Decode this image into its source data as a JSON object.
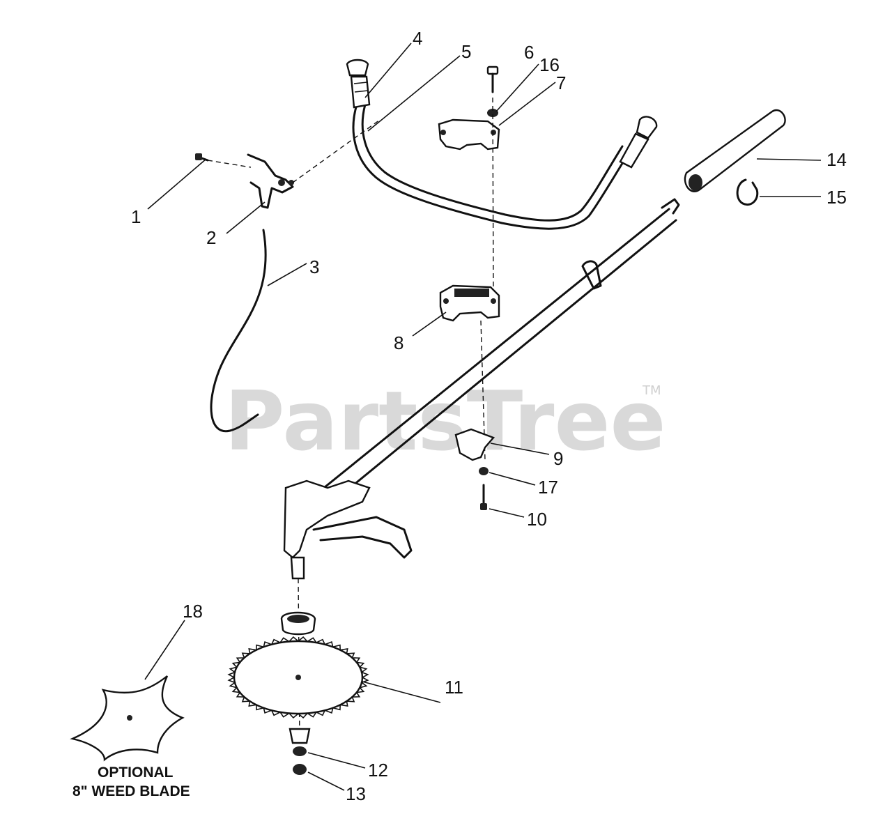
{
  "watermark": {
    "text": "PartsTree",
    "trademark": "TM"
  },
  "callouts": [
    "1",
    "2",
    "3",
    "4",
    "5",
    "6",
    "16",
    "7",
    "14",
    "15",
    "8",
    "9",
    "17",
    "10",
    "18",
    "11",
    "12",
    "13"
  ],
  "caption": {
    "line1": "OPTIONAL",
    "line2": "8\" WEED BLADE"
  },
  "colors": {
    "ink": "#111111",
    "watermark": "#d9d9d9",
    "background": "#ffffff"
  }
}
